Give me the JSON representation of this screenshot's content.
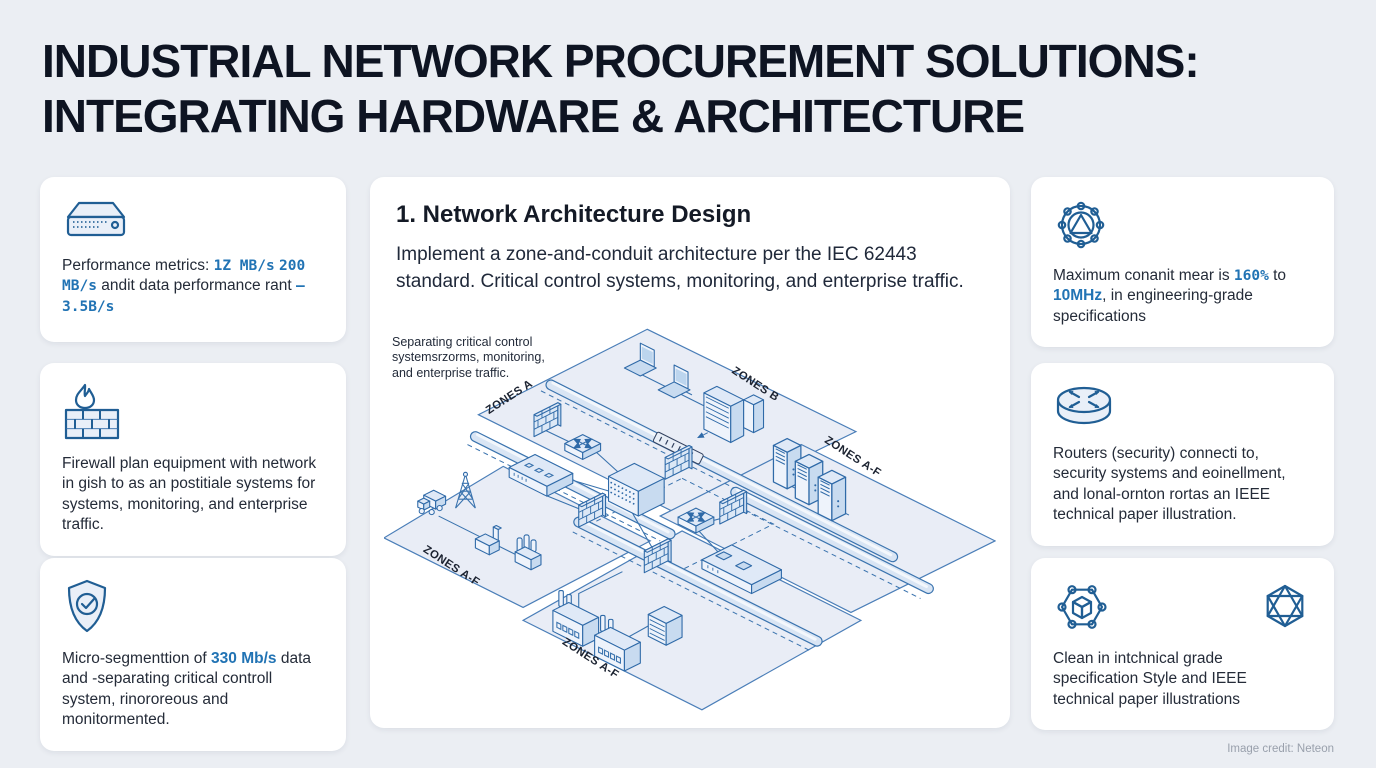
{
  "title": {
    "line1": "INDUSTRIAL NETWORK PROCUREMENT SOLUTIONS:",
    "line2": "INTEGRATING HARDWARE & ARCHITECTURE"
  },
  "credit": "Image credit: Neteon",
  "colors": {
    "accent_blue": "#2173b4",
    "icon_stroke": "#205e94",
    "diagram_stroke": "#3a73ae",
    "page_bg": "#ebeef3",
    "card_bg": "#ffffff",
    "title_color": "#0e1422"
  },
  "left_cards": [
    {
      "icon": "network-switch-icon",
      "text_segments": [
        {
          "t": "Performance metrics: ",
          "s": "p"
        },
        {
          "t": "1Z MB/s",
          "s": "m"
        },
        {
          "t": " ",
          "s": "p"
        },
        {
          "t": "200 MB/s",
          "s": "m"
        },
        {
          "t": " andit data performance rant ",
          "s": "p"
        },
        {
          "t": "— 3.5B/s",
          "s": "m"
        }
      ]
    },
    {
      "icon": "firewall-icon",
      "text_segments": [
        {
          "t": "Firewall plan equipment with network in gish to as an postitiale systems for systems, monitoring, and enterprise traffic.",
          "s": "p"
        }
      ]
    },
    {
      "icon": "shield-check-icon",
      "text_segments": [
        {
          "t": "Micro-segmenttion of ",
          "s": "p"
        },
        {
          "t": "330 Mb/s",
          "s": "b"
        },
        {
          "t": " data and -separating critical controll system, rinororeous and monitormented.",
          "s": "p"
        }
      ]
    }
  ],
  "right_cards": [
    {
      "icon": "hub-network-icon",
      "text_segments": [
        {
          "t": "Maximum conanit mear is ",
          "s": "p"
        },
        {
          "t": "160%",
          "s": "m"
        },
        {
          "t": " to ",
          "s": "p"
        },
        {
          "t": "10MHz",
          "s": "b"
        },
        {
          "t": ", in engineering-grade specifications",
          "s": "p"
        }
      ]
    },
    {
      "icon": "router-icon",
      "text_segments": [
        {
          "t": "Routers (security) connecti to, security systems and eoinellment, and lonal-ornton rortas an IEEE technical paper illustration.",
          "s": "p"
        }
      ]
    },
    {
      "icons": [
        "cube-network-icon",
        "polyhedron-icon"
      ],
      "text_segments": [
        {
          "t": "Clean in intchnical grade specification Style and IEEE technical paper illustrations",
          "s": "p"
        }
      ]
    }
  ],
  "center_card": {
    "heading": "1. Network Architecture Design",
    "paragraph": "Implement a zone-and-conduit architecture per the IEC 62443 standard. Critical control systems, monitoring, and enterprise traffic.",
    "caption": "Separating critical control systemsrzorms, monitoring, and enterprise traffic.",
    "zone_labels": [
      "ZONES A",
      "ZONES B",
      "ZONES A-F",
      "ZONES A-F",
      "ZONES A-F"
    ]
  }
}
